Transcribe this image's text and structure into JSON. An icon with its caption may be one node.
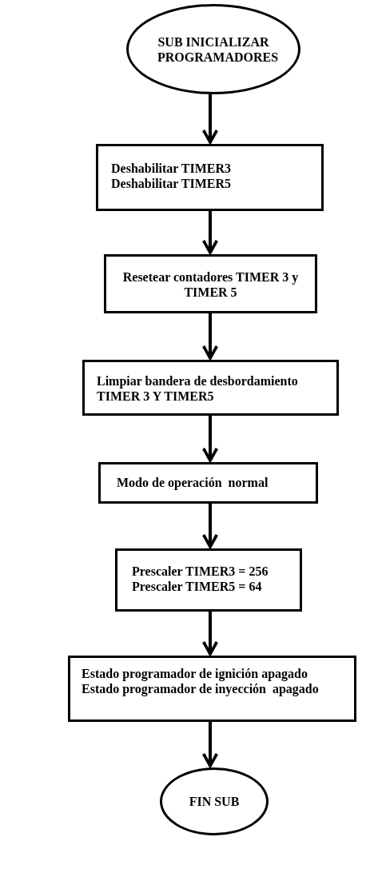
{
  "diagram": {
    "nodes": [
      {
        "text": [
          "SUB INICIALIZAR PROGRAMADORES"
        ]
      },
      {
        "text": [
          "Deshabilitar TIMER3",
          "Deshabilitar TIMER5"
        ]
      },
      {
        "text": [
          "Resetear contadores TIMER 3 y TIMER 5"
        ]
      },
      {
        "text": [
          "Limpiar bandera de desbordamiento TIMER 3 Y TIMER5"
        ]
      },
      {
        "text": [
          "Modo de operación  normal"
        ]
      },
      {
        "text": [
          "Prescaler TIMER3 = 256",
          "Prescaler TIMER5 = 64"
        ]
      },
      {
        "text": [
          "Estado programador de ignición apagado",
          "Estado programador de inyección  apagado"
        ]
      },
      {
        "text": [
          "FIN SUB"
        ]
      }
    ],
    "edges": [
      {
        "from": 0,
        "to": 1,
        "arrow": "to"
      },
      {
        "from": 1,
        "to": 2,
        "arrow": "to"
      },
      {
        "from": 2,
        "to": 3,
        "arrow": "to"
      },
      {
        "from": 3,
        "to": 4,
        "arrow": "to"
      },
      {
        "from": 4,
        "to": 5,
        "arrow": "to"
      },
      {
        "from": 5,
        "to": 6,
        "arrow": "to"
      },
      {
        "from": 6,
        "to": 7,
        "arrow": "to"
      }
    ]
  }
}
